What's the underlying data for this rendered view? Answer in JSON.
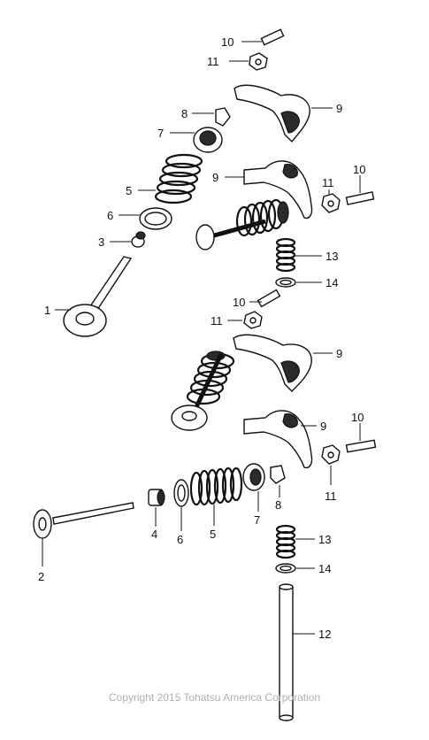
{
  "diagram": {
    "callouts": {
      "c10a": "10",
      "c11a": "11",
      "c9a": "9",
      "c8a": "8",
      "c7a": "7",
      "c9b": "9",
      "c10b": "10",
      "c11b": "11",
      "c5a": "5",
      "c6a": "6",
      "c3": "3",
      "c13a": "13",
      "c14a": "14",
      "c1": "1",
      "c10c": "10",
      "c11c": "11",
      "c9c": "9",
      "c9d": "9",
      "c10d": "10",
      "c11d": "11",
      "c4": "4",
      "c6b": "6",
      "c5b": "5",
      "c7b": "7",
      "c8b": "8",
      "c2": "2",
      "c13b": "13",
      "c14b": "14",
      "c12": "12"
    },
    "copyright": "Copyright 2015 Tohatsu America Corporation"
  },
  "colors": {
    "ink": "#111111",
    "copyright": "#b0b0b0",
    "background": "#ffffff"
  }
}
